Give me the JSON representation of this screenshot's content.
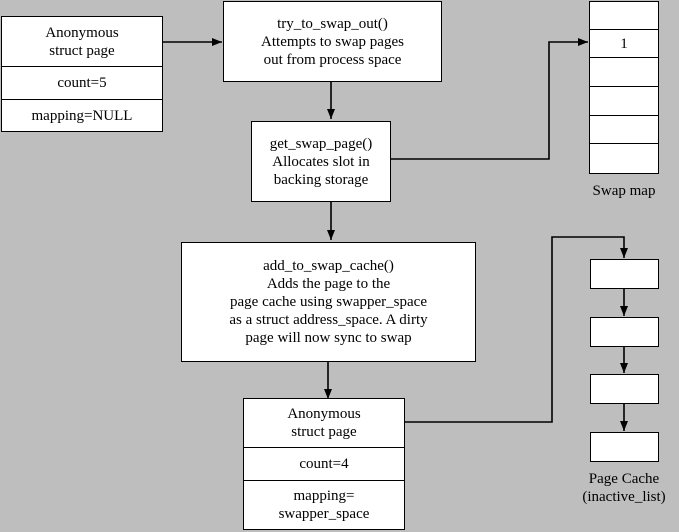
{
  "anon_page_top": {
    "title_lines": [
      "Anonymous",
      "struct page"
    ],
    "count": "count=5",
    "mapping": "mapping=NULL"
  },
  "try_to_swap_out": {
    "lines": [
      "try_to_swap_out()",
      "Attempts to swap pages",
      "out from process space"
    ]
  },
  "get_swap_page": {
    "lines": [
      "get_swap_page()",
      "Allocates slot in",
      "backing storage"
    ]
  },
  "add_to_swap_cache": {
    "lines": [
      "add_to_swap_cache()",
      "Adds the page to the",
      "page cache using swapper_space",
      "as a struct address_space. A dirty",
      "page will now sync to swap"
    ]
  },
  "anon_page_bottom": {
    "title_lines": [
      "Anonymous",
      "struct page"
    ],
    "count": "count=4",
    "mapping_lines": [
      "mapping=",
      "swapper_space"
    ]
  },
  "swap_map": {
    "label": "Swap map",
    "slots": [
      "",
      "1",
      "",
      "",
      "",
      ""
    ]
  },
  "page_cache": {
    "label_lines": [
      "Page Cache",
      "(inactive_list)"
    ]
  },
  "colors": {
    "background": "#bebebe",
    "box_fill": "#ffffff",
    "stroke": "#000000"
  }
}
